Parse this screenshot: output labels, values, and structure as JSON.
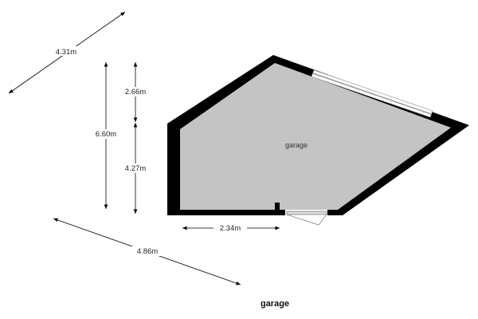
{
  "plan_title": "garage",
  "room_label": "garage",
  "dimensions": {
    "top_diagonal": "4.31m",
    "total_height": "6.60m",
    "upper_height": "2.66m",
    "lower_height": "4.27m",
    "bottom_width": "2.34m",
    "bottom_diagonal": "4.86m"
  },
  "colors": {
    "wall": "#000000",
    "floor": "#c4c4c4",
    "window": "#ffffff"
  }
}
